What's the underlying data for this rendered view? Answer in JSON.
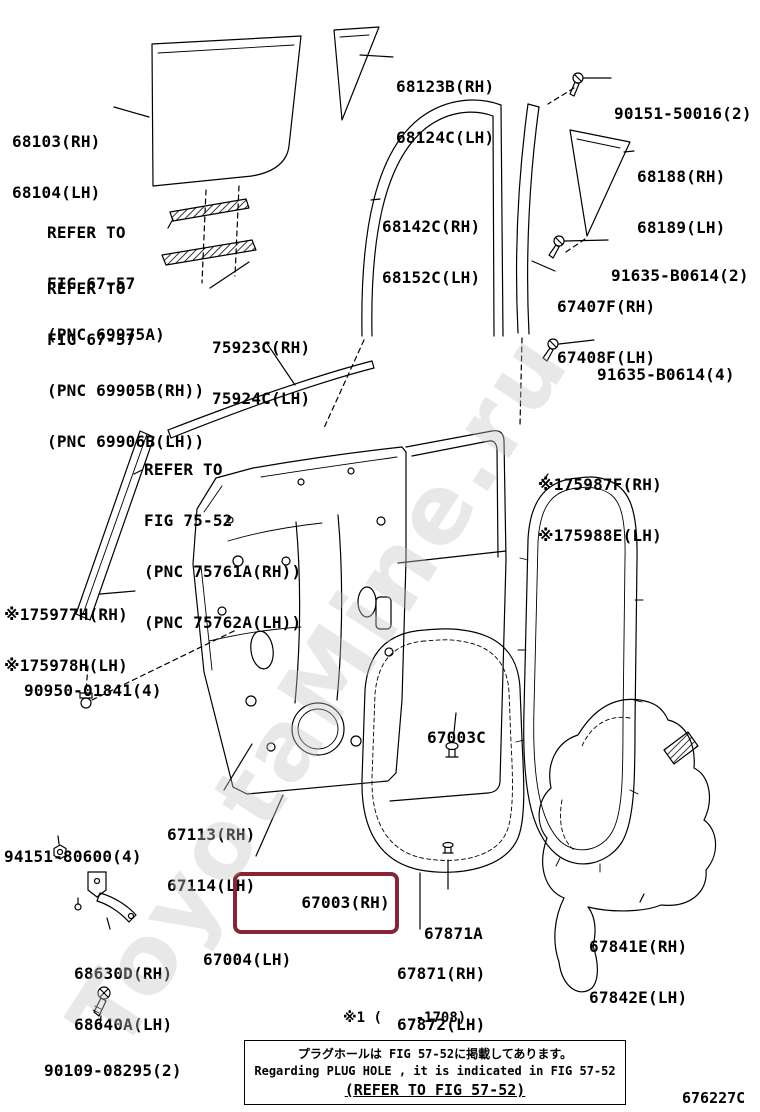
{
  "diagram": {
    "code": "676227C",
    "watermark": "ToyotaMine.ru",
    "footnote": "※1 (    -1708)",
    "note": {
      "jp": "プラグホールは FIG 57-52に掲載してあります。",
      "en": "Regarding PLUG HOLE , it is indicated in FIG 57-52",
      "refer": "(REFER TO FIG 57-52)"
    }
  },
  "colors": {
    "highlight": "#8a2434",
    "watermark": "#c4c4c4",
    "line": "#000000"
  },
  "labels": {
    "l68123": {
      "l1": "68123B(RH)",
      "l2": "68124C(LH)"
    },
    "l90151": {
      "l1": "90151-50016(2)"
    },
    "l68103": {
      "l1": "68103(RH)",
      "l2": "68104(LH)"
    },
    "l68188": {
      "l1": "68188(RH)",
      "l2": "68189(LH)"
    },
    "refA": {
      "l1": "REFER TO",
      "l2": "FIG 67-57",
      "l3": "(PNC 69975A)"
    },
    "l68142": {
      "l1": "68142C(RH)",
      "l2": "68152C(LH)"
    },
    "refB": {
      "l1": "REFER TO",
      "l2": "FIG 67-57",
      "l3": "(PNC 69905B(RH))",
      "l4": "(PNC 69906B(LH))"
    },
    "l91635a": {
      "l1": "91635-B0614(2)"
    },
    "l67407": {
      "l1": "67407F(RH)",
      "l2": "67408F(LH)"
    },
    "l75923": {
      "l1": "75923C(RH)",
      "l2": "75924C(LH)"
    },
    "l91635b": {
      "l1": "91635-B0614(4)"
    },
    "refC": {
      "l1": "REFER TO",
      "l2": "FIG 75-52",
      "l3": "(PNC 75761A(RH))",
      "l4": "(PNC 75762A(LH))"
    },
    "l75987": {
      "l1": "※175987F(RH)",
      "l2": "※175988E(LH)"
    },
    "l75977": {
      "l1": "※175977H(RH)",
      "l2": "※175978H(LH)"
    },
    "l90950": {
      "l1": "90950-01841(4)"
    },
    "l67003c": {
      "l1": "67003C"
    },
    "l67113": {
      "l1": "67113(RH)",
      "l2": "67114(LH)"
    },
    "l94151": {
      "l1": "94151-80600(4)"
    },
    "l67003": {
      "l1": "67003(RH)",
      "l2": "67004(LH)"
    },
    "l68630": {
      "l1": "68630D(RH)",
      "l2": "68640A(LH)"
    },
    "l67871a": {
      "l1": "67871A"
    },
    "l67871": {
      "l1": "67871(RH)",
      "l2": "67872(LH)"
    },
    "l67841": {
      "l1": "67841E(RH)",
      "l2": "67842E(LH)"
    },
    "l90109": {
      "l1": "90109-08295(2)"
    }
  }
}
